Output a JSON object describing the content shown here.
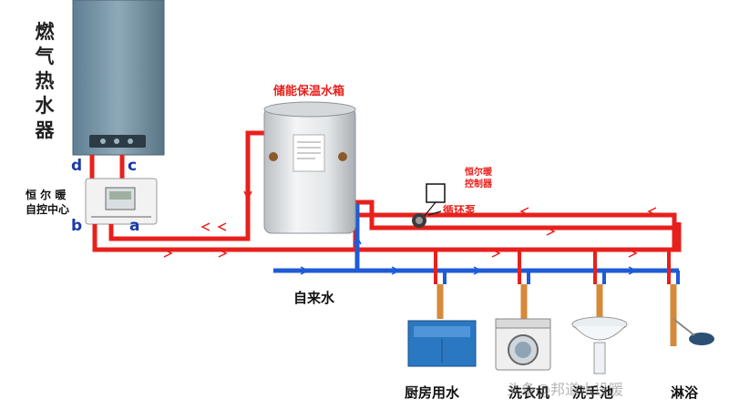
{
  "heater": {
    "title": "燃气热水器",
    "ports": {
      "d": "d",
      "c": "c",
      "b": "b",
      "a": "a"
    }
  },
  "controller": {
    "label_line1": "恒 尔 暖",
    "label_line2": "自控中心"
  },
  "tank": {
    "title": "储能保温水箱"
  },
  "pump": {
    "controller_line1": "恒尔暖",
    "controller_line2": "控制器",
    "label": "循环泵"
  },
  "supply": {
    "label": "自来水"
  },
  "fixtures": [
    "厨房用水",
    "洗衣机",
    "洗手池",
    "淋浴"
  ],
  "watermark": "头条@邦道水设暖",
  "colors": {
    "hot": "#e8201c",
    "cold": "#1f5bd6",
    "copper": "#d58a3a"
  }
}
